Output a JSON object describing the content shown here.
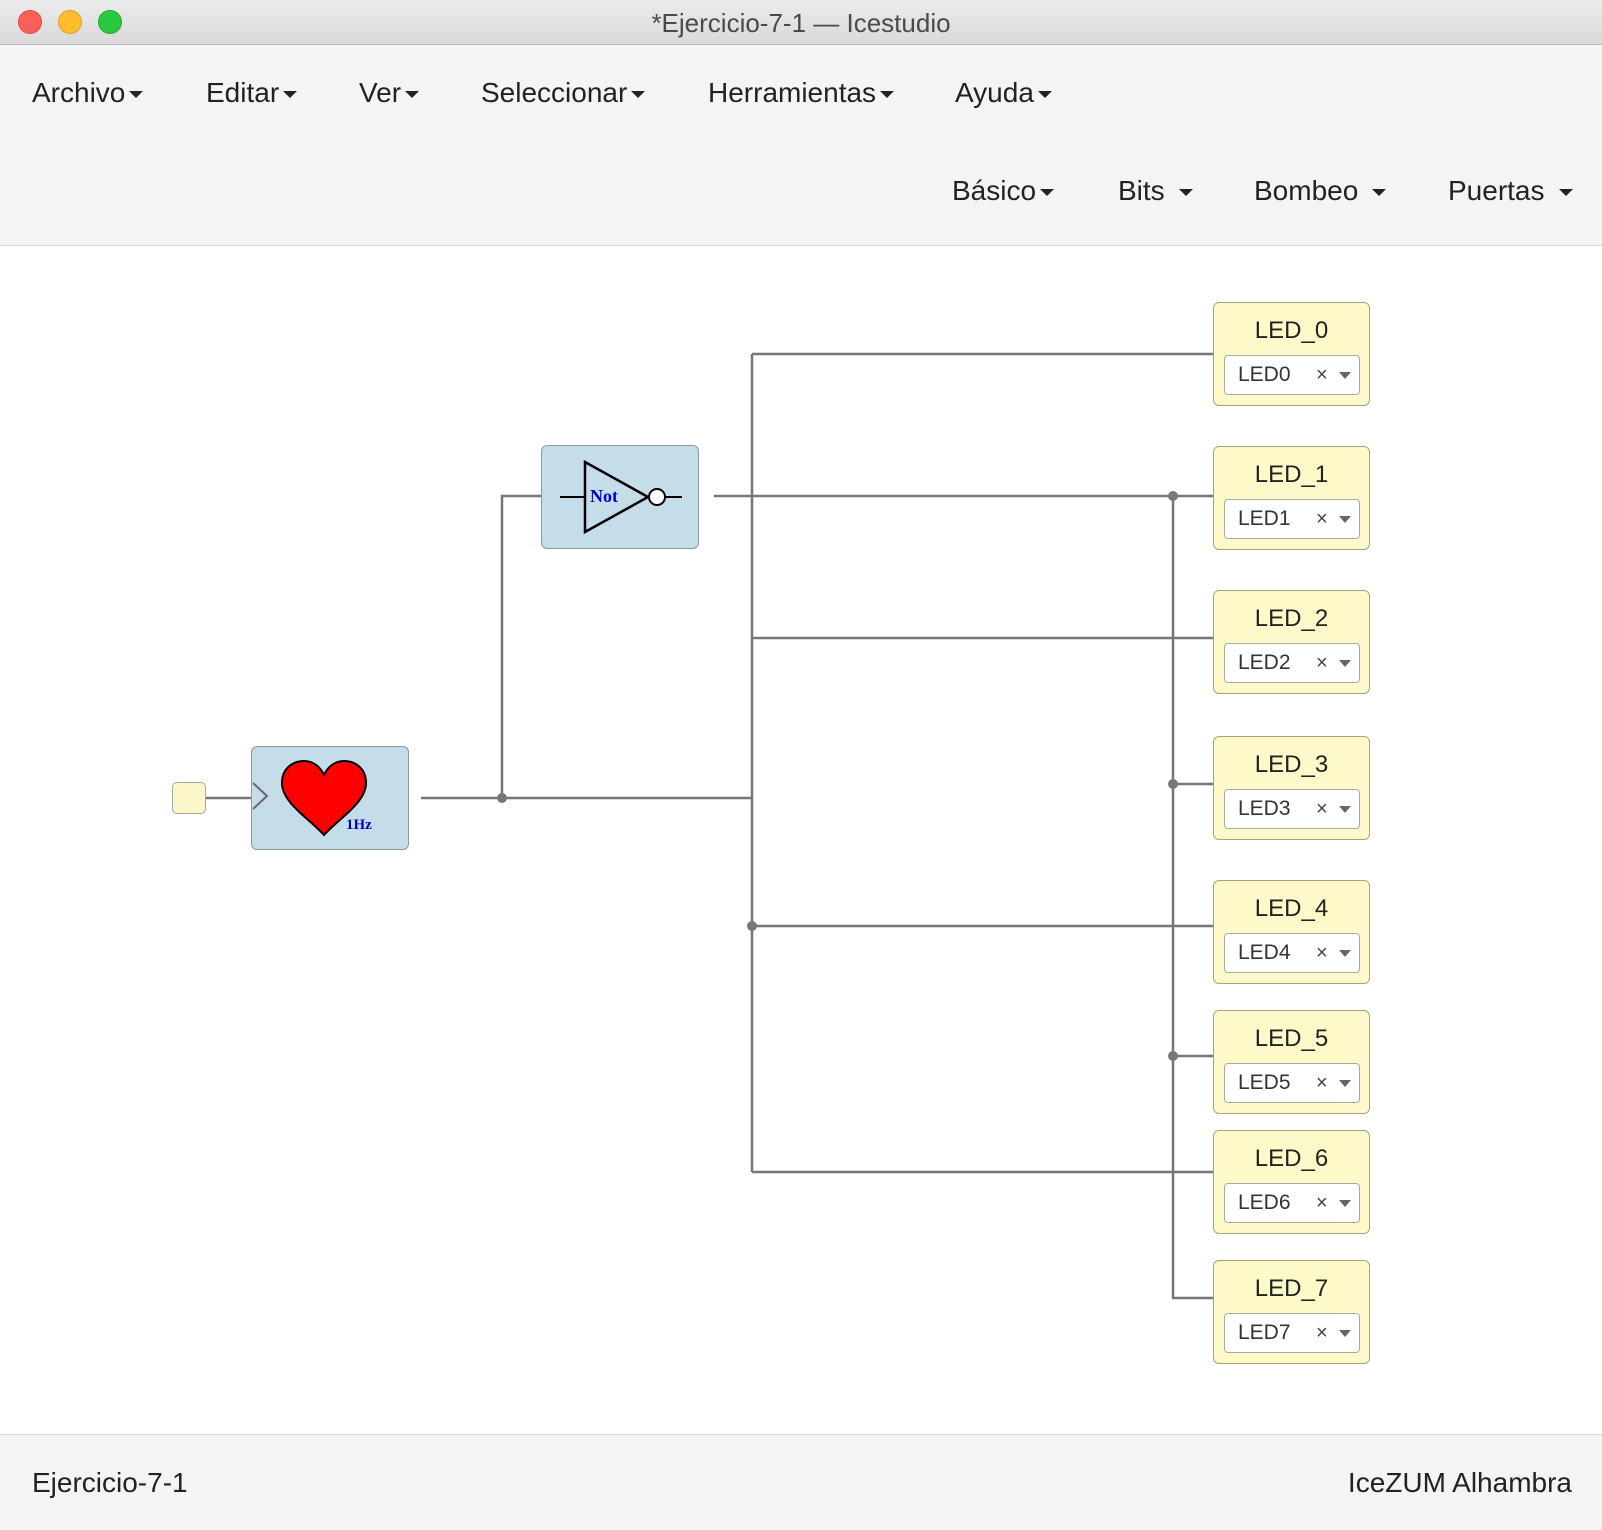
{
  "window": {
    "title": "*Ejercicio-7-1 — Icestudio"
  },
  "menus": [
    "Archivo",
    "Editar",
    "Ver",
    "Seleccionar",
    "Herramientas",
    "Ayuda"
  ],
  "tools": [
    "Básico",
    "Bits",
    "Bombeo",
    "Puertas"
  ],
  "canvas": {
    "clock_block": {
      "icon": "heart-icon",
      "freq_label": "1Hz",
      "color": "#ff0000"
    },
    "not_gate": {
      "label": "Not",
      "label_color": "#0000cc"
    },
    "leds": [
      {
        "name": "LED_0",
        "pin": "LED0"
      },
      {
        "name": "LED_1",
        "pin": "LED1"
      },
      {
        "name": "LED_2",
        "pin": "LED2"
      },
      {
        "name": "LED_3",
        "pin": "LED3"
      },
      {
        "name": "LED_4",
        "pin": "LED4"
      },
      {
        "name": "LED_5",
        "pin": "LED5"
      },
      {
        "name": "LED_6",
        "pin": "LED6"
      },
      {
        "name": "LED_7",
        "pin": "LED7"
      }
    ],
    "clear_glyph": "×"
  },
  "status": {
    "project": "Ejercicio-7-1",
    "board": "IceZUM Alhambra"
  }
}
